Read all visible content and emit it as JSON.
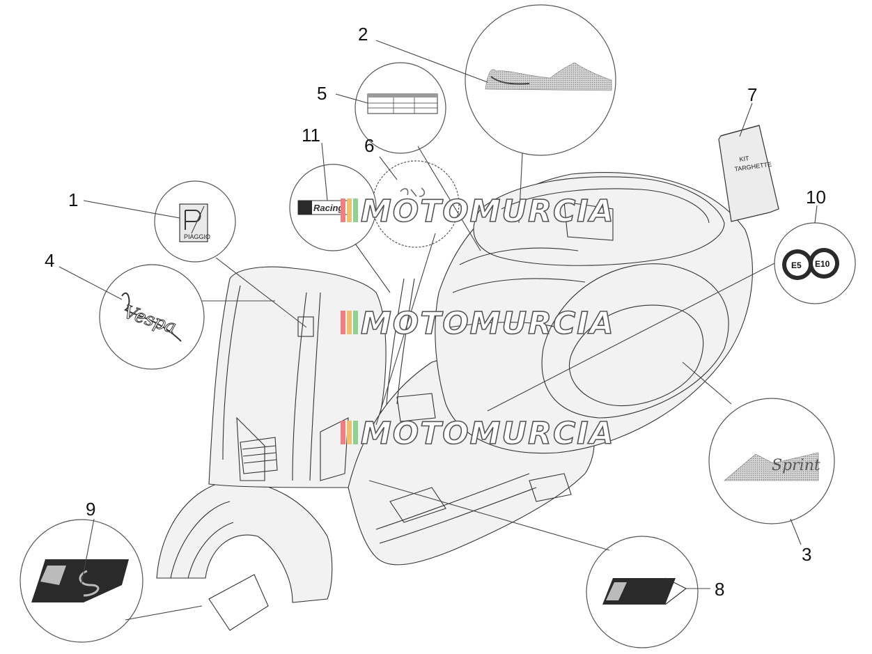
{
  "callouts": [
    {
      "id": "1",
      "label": "1"
    },
    {
      "id": "2",
      "label": "2"
    },
    {
      "id": "3",
      "label": "3"
    },
    {
      "id": "4",
      "label": "4"
    },
    {
      "id": "5",
      "label": "5"
    },
    {
      "id": "6",
      "label": "6"
    },
    {
      "id": "7",
      "label": "7"
    },
    {
      "id": "8",
      "label": "8"
    },
    {
      "id": "9",
      "label": "9"
    },
    {
      "id": "10",
      "label": "10"
    },
    {
      "id": "11",
      "label": "11"
    }
  ],
  "decals": {
    "racing_badge": "Racing",
    "kit_box_line1": "KIT",
    "kit_box_line2": "TARGHETTE",
    "euro_badge_left": "E5",
    "euro_badge_right": "E10",
    "vespa_script": "Vespa",
    "sprint_script": "Sprint",
    "piaggio_small": "PIAGGIO"
  },
  "watermark": {
    "text": "MOTOMURCIA"
  },
  "colors": {
    "line": "#333333",
    "decal_grey": "#9a9a9a",
    "stripe_dark": "#2a2a2a",
    "stripe_light": "#bbbbbb"
  }
}
